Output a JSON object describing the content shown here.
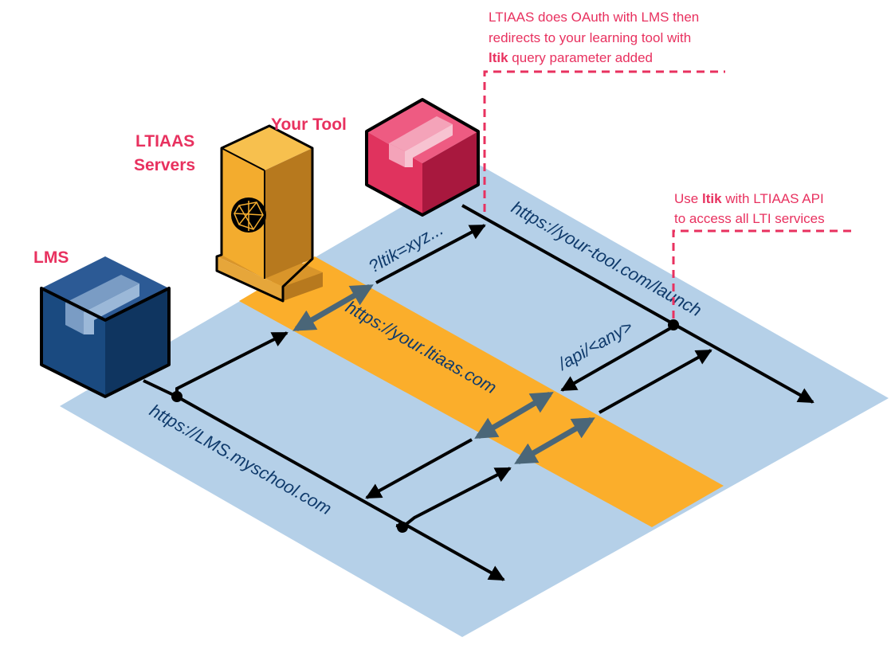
{
  "nodes": {
    "lms": {
      "label": "LMS",
      "color": "#1a4a80"
    },
    "ltiaas": {
      "label_line1": "LTIAAS",
      "label_line2": "Servers",
      "color": "#f3ac2e"
    },
    "tool": {
      "label": "Your Tool",
      "color": "#e0335e"
    }
  },
  "urls": {
    "lms": "https://LMS.myschool.com",
    "ltiaas": "https://your.ltiaas.com",
    "tool": "https://your-tool.com/launch",
    "ltik_query": "?ltik=xyz...",
    "api": "/api/<any>"
  },
  "notes": {
    "launch": {
      "line1": "LTIAAS does OAuth with LMS then",
      "line2": "redirects to your learning tool with",
      "line3_bold": "ltik",
      "line3_rest": " query parameter added"
    },
    "api": {
      "line1_prefix": "Use ",
      "line1_bold": "ltik",
      "line1_suffix": " with LTIAAS API",
      "line2": "to access all LTI services"
    }
  },
  "colors": {
    "ground": "#b5d0e8",
    "stripe": "#fbae2b",
    "accent": "#e8315f",
    "line": "#000000",
    "double_arrow": "#4a6678"
  }
}
